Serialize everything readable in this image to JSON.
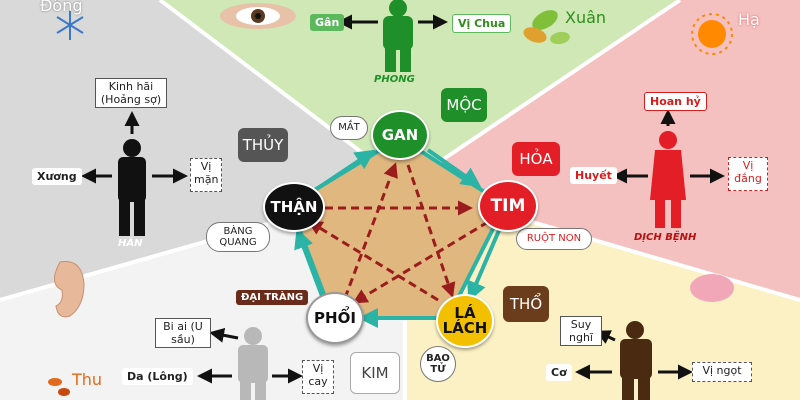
{
  "colors": {
    "spring_bg": "#cfe8b6",
    "summer_bg": "#f5c0c0",
    "winter_bg": "#d9d9d9",
    "autumn_bg": "#f2f2f2",
    "earth_bg": "#fbf1c4",
    "green": "#1f8f2a",
    "red": "#e41e26",
    "black": "#111111",
    "brown": "#6b3d1c",
    "gold": "#f3c000",
    "pentagon_fill": "#e0b77f",
    "pentagon_edge": "#2bb3a5",
    "star_arrow": "#9b1c1c"
  },
  "seasons": {
    "winter": "Đông",
    "spring": "Xuân",
    "summer": "Hạ",
    "autumn": "Thu"
  },
  "spring_section": {
    "person_label": "PHONG",
    "left_label": "Gân",
    "right_label": "Vị Chua",
    "element": "MỘC",
    "sense_pill": "MẮT",
    "eye_icon": "eye-icon",
    "leaf_icon": "leaves-icon"
  },
  "summer_section": {
    "person_label": "DỊCH BỆNH",
    "top_label": "Hoan hỷ",
    "left_label": "Huyết",
    "right_label": "Vị đắng",
    "element": "HỎA",
    "sense_pill": "RUỘT NON",
    "sun_icon": "sun-icon",
    "tongue_icon": "tongue-icon"
  },
  "winter_section": {
    "person_label": "HÀN",
    "top_label": "Kinh hãi (Hoảng sợ)",
    "left_label": "Xương",
    "right_label": "Vị mặn",
    "element": "THỦY",
    "sense_pill": "BÀNG QUANG",
    "snow_icon": "snowflake-icon",
    "ear_icon": "ear-icon"
  },
  "autumn_section": {
    "top_label": "Bi ai (U sầu)",
    "left_label": "Da (Lông)",
    "right_label": "Vị cay",
    "element": "KIM",
    "sense_tag": "ĐẠI TRÀNG"
  },
  "earth_section": {
    "top_label": "Suy nghĩ",
    "left_label": "Cơ",
    "right_label": "Vị ngọt",
    "element": "THỔ",
    "sense_pill": "BAO TỬ"
  },
  "organs": {
    "gan": "GAN",
    "tim": "TIM",
    "la_lach": "LÁ LÁCH",
    "phoi": "PHỔI",
    "than": "THẬN"
  }
}
